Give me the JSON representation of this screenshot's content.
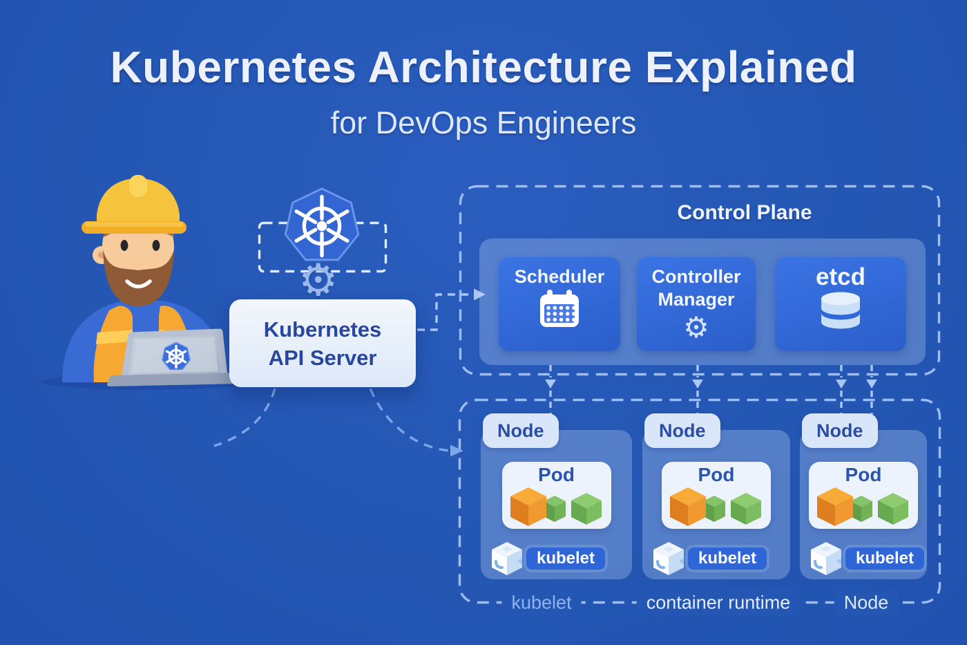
{
  "title": "Kubernetes Architecture Explained",
  "subtitle": "for DevOps Engineers",
  "illustration": {
    "figure": "devops-engineer-with-hard-hat-at-laptop",
    "laptop_logo": "kubernetes-wheel"
  },
  "api_server": {
    "line1": "Kubernetes",
    "line2": "API Server"
  },
  "control_plane": {
    "label": "Control Plane",
    "components": [
      {
        "label": "Scheduler",
        "icon": "calendar-icon"
      },
      {
        "label": "Controller Manager",
        "icon": "gear-icon"
      },
      {
        "label": "etcd",
        "icon": "database-icon"
      }
    ]
  },
  "nodes": [
    {
      "label": "Node",
      "pod": "Pod",
      "agent": "kubelet"
    },
    {
      "label": "Node",
      "pod": "Pod",
      "agent": "kubelet"
    },
    {
      "label": "Node",
      "pod": "Pod",
      "agent": "kubelet"
    }
  ],
  "legend": [
    "kubelet",
    "container runtime",
    "Node"
  ],
  "icons": {
    "gear_glyph": "⚙",
    "kubernetes_logo": "kubernetes-wheel-icon",
    "scheduler": "calendar-icon",
    "etcd": "database-cylinder-icon",
    "pod": "container-cubes-icon",
    "kubelet": "cube-icon"
  },
  "colors": {
    "background": "#2456b3",
    "component_box": "#2f68da",
    "panel_tint": "#6a90dd",
    "dash_line": "#9dbdf3",
    "light_card": "#ecf3fd",
    "node_pill": "#d9e6fa",
    "dark_blue_text": "#2b4da5",
    "orange_cube": "#f09a31",
    "green_cube": "#7cbd60",
    "title_text": "#ecf1fb"
  }
}
